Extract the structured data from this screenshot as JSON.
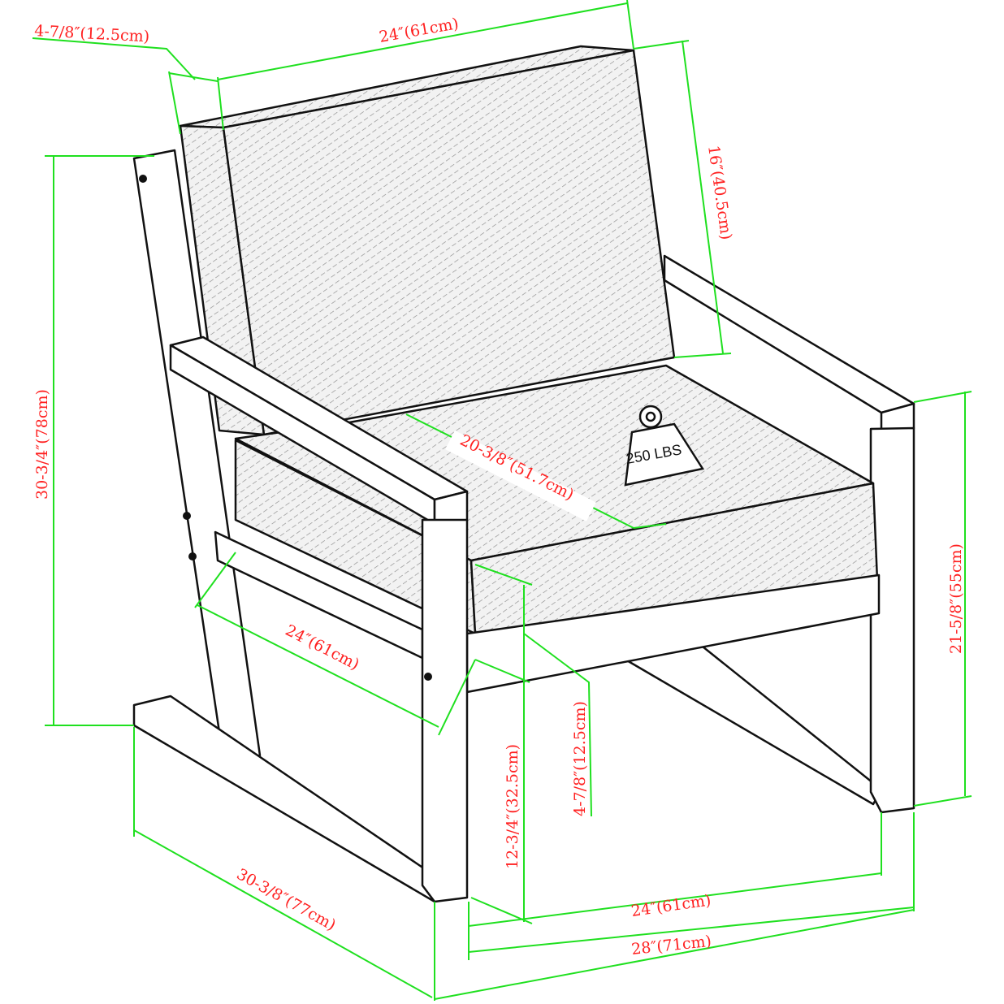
{
  "title": "Chair dimension diagram",
  "colors": {
    "dimension_line": "#1fe01f",
    "dimension_text": "#ff2020",
    "outline": "#111111"
  },
  "weight_capacity": {
    "icon": "weight-icon",
    "label": "250 LBS"
  },
  "dimensions": {
    "back_cushion_thickness": "4-7/8″(12.5cm)",
    "back_cushion_width": "24″(61cm)",
    "back_cushion_height": "16″(40.5cm)",
    "overall_height": "30-3/4″(78cm)",
    "seat_depth": "20-3/8″(51.7cm)",
    "arm_height": "21-5/8″(55cm)",
    "arm_length": "24″(61cm)",
    "seat_height": "12-3/4″(32.5cm)",
    "seat_cushion_thickness": "4-7/8″(12.5cm)",
    "seat_width": "24″(61cm)",
    "overall_width": "28″(71cm)",
    "overall_depth": "30-3/8″(77cm)"
  }
}
